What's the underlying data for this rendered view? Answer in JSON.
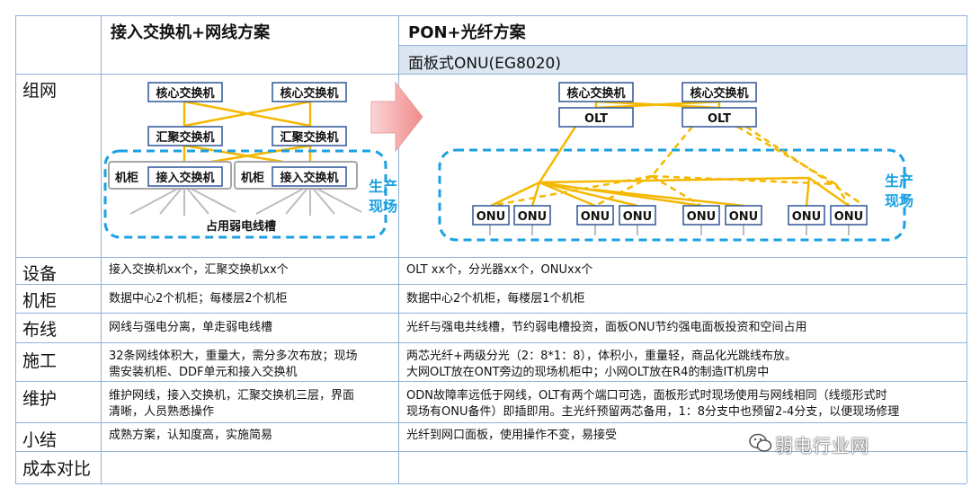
{
  "header": {
    "col1_title": "接入交换机+网线方案",
    "col2_title": "PON+光纤方案",
    "col2_subtitle": "面板式ONU(EG8020)"
  },
  "rows": [
    {
      "label": "组网"
    },
    {
      "label": "设备",
      "col1": "接入交换机xx个，汇聚交换机xx个",
      "col2": "OLT xx个，分光器xx个，ONUxx个"
    },
    {
      "label": "机柜",
      "col1": "数据中心2个机柜；每楼层2个机柜",
      "col2": "数据中心2个机柜，每楼层1个机柜"
    },
    {
      "label": "布线",
      "col1": "网线与强电分离，单走弱电线槽",
      "col2": "光纤与强电共线槽，节约弱电槽投资，面板ONU节约强电面板投资和空间占用"
    },
    {
      "label": "施工",
      "col1_line1": "32条网线体积大，重量大，需分多次布放；现场",
      "col1_line2": "需安装机柜、DDF单元和接入交换机",
      "col2_line1": "两芯光纤+两级分光（2：8*1：8），体积小，重量轻，商品化光跳线布放。",
      "col2_line2": "大网OLT放在ONT旁边的现场机柜中；小网OLT放在R4的制造IT机房中"
    },
    {
      "label": "维护",
      "col1_line1": "维护网线，接入交换机，汇聚交换机三层，界面",
      "col1_line2": "清晰，人员熟悉操作",
      "col2_line1": "ODN故障率远低于网线，OLT有两个端口可选，面板形式时现场使用与网线相同（线缆形式时",
      "col2_line2": "现场有ONU备件）即插即用。主光纤预留两芯备用，1：8分支中也预留2-4分支，以便现场修理"
    },
    {
      "label": "小结",
      "col1": "成熟方案，认知度高，实施简易",
      "col2": "光纤到网口面板，使用操作不变，易接受"
    },
    {
      "label": "成本对比"
    }
  ],
  "diagram_left": {
    "core1": "核心交换机",
    "core2": "核心交换机",
    "agg1": "汇聚交换机",
    "agg2": "汇聚交换机",
    "cab1": "机柜",
    "access1": "接入交换机",
    "cab2": "机柜",
    "access2": "接入交换机",
    "trunk_label": "占用弱电线槽",
    "site_label_1": "生产",
    "site_label_2": "现场"
  },
  "diagram_right": {
    "core1": "核心交换机",
    "core2": "核心交换机",
    "olt1": "OLT",
    "olt2": "OLT",
    "onu": [
      "ONU",
      "ONU",
      "ONU",
      "ONU",
      "ONU",
      "ONU",
      "ONU",
      "ONU"
    ],
    "site_label_1": "生产",
    "site_label_2": "现场"
  },
  "watermark": "弱电行业网",
  "colors": {
    "grid": "#8fb2d9",
    "box_border": "#2f5597",
    "link": "#f5b800",
    "dashed_area": "#1ba1e2",
    "site_text": "#1ba1e2",
    "arrow_fill": "#f4a0a0",
    "header_shade": "#dbe6f2"
  }
}
